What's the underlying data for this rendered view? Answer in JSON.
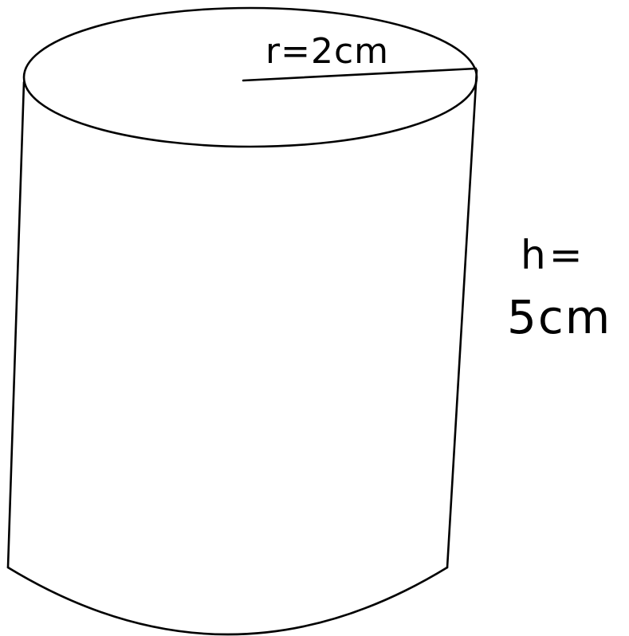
{
  "figure": {
    "shape": "cylinder",
    "radius_label": "r=2cm",
    "height_label_line1": "h=",
    "height_label_line2": "5cm"
  },
  "colors": {
    "background": "#ffffff",
    "stroke": "#000000"
  }
}
